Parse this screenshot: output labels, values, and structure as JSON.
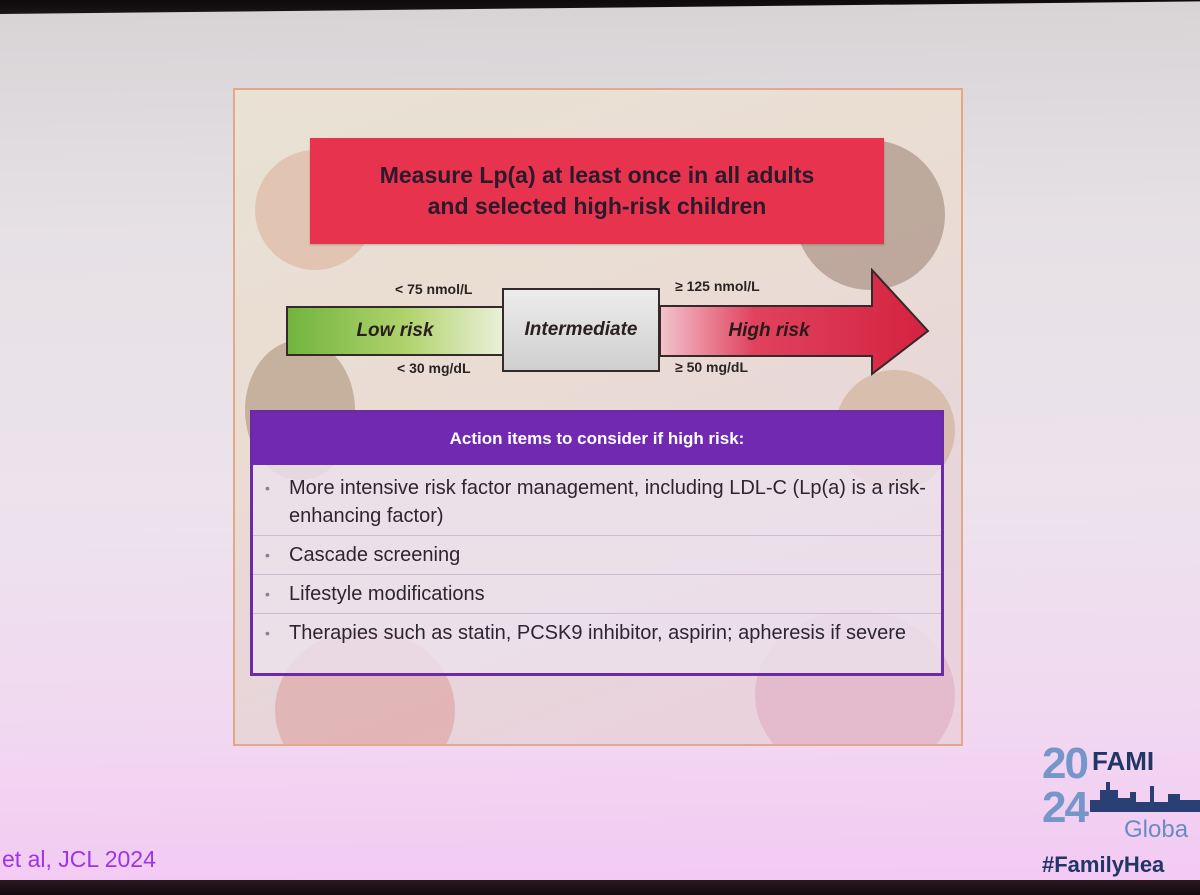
{
  "banner": {
    "line1": "Measure Lp(a) at least once in all adults",
    "line2": "and selected high-risk children"
  },
  "risk_scale": {
    "low_label": "Low risk",
    "intermediate_label": "Intermediate",
    "high_label": "High risk",
    "low_nmol": "< 75 nmol/L",
    "low_mg": "< 30 mg/dL",
    "high_nmol": "≥ 125 nmol/L",
    "high_mg": "≥ 50 mg/dL"
  },
  "action_box": {
    "header": "Action items to consider if high risk:",
    "items": [
      "More intensive risk factor management, including LDL-C (Lp(a) is a risk-enhancing factor)",
      "Cascade screening",
      "Lifestyle modifications",
      "Therapies such as statin, PCSK9 inhibitor, aspirin; apheresis if severe"
    ],
    "bullet": "•"
  },
  "footer": {
    "citation": "et al, JCL 2024",
    "logo_year_top": "20",
    "logo_year_bottom": "24",
    "logo_word": "FAMI",
    "logo_sub": "Globa",
    "hashtag": "#FamilyHea"
  },
  "colors": {
    "banner": "#e8334f",
    "low": "#72b43e",
    "high": "#d9264a",
    "action_header": "#7129b2",
    "citation": "#9b35e6"
  }
}
